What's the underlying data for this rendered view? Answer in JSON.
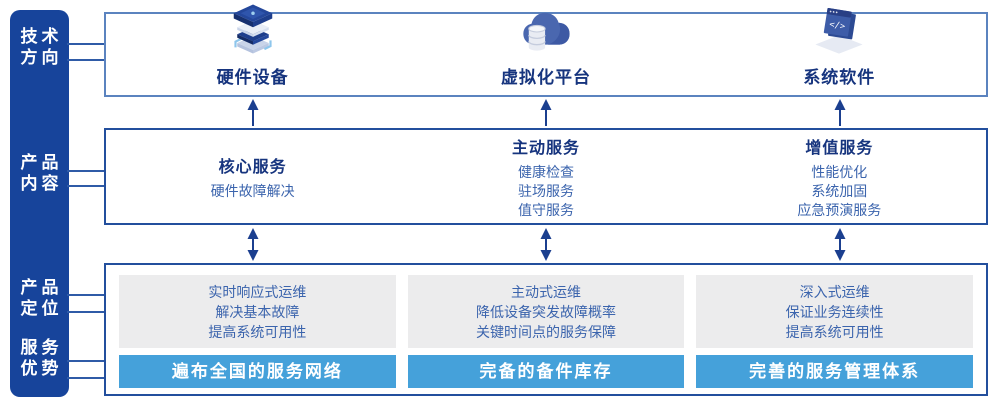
{
  "sidebar": {
    "labels": [
      {
        "name": "tech-direction",
        "lines": [
          "技术",
          "方向"
        ]
      },
      {
        "name": "product-content",
        "lines": [
          "产品",
          "内容"
        ]
      },
      {
        "name": "product-positioning",
        "lines": [
          "产品",
          "定位"
        ]
      },
      {
        "name": "service-advantage",
        "lines": [
          "服务",
          "优势"
        ]
      }
    ]
  },
  "tech_row": {
    "items": [
      {
        "icon": "server-stack-icon",
        "label": "硬件设备"
      },
      {
        "icon": "cloud-database-icon",
        "label": "虚拟化平台"
      },
      {
        "icon": "software-window-icon",
        "label": "系统软件"
      }
    ]
  },
  "content_row": {
    "columns": [
      {
        "title": "核心服务",
        "items": [
          "硬件故障解决"
        ]
      },
      {
        "title": "主动服务",
        "items": [
          "健康检查",
          "驻场服务",
          "值守服务"
        ]
      },
      {
        "title": "增值服务",
        "items": [
          "性能优化",
          "系统加固",
          "应急预演服务"
        ]
      }
    ]
  },
  "bottom_row": {
    "columns": [
      {
        "positioning": [
          "实时响应式运维",
          "解决基本故障",
          "提高系统可用性"
        ],
        "advantage": "遍布全国的服务网络"
      },
      {
        "positioning": [
          "主动式运维",
          "降低设备突发故障概率",
          "关键时间点的服务保障"
        ],
        "advantage": "完备的备件库存"
      },
      {
        "positioning": [
          "深入式运维",
          "保证业务连续性",
          "提高系统可用性"
        ],
        "advantage": "完善的服务管理体系"
      }
    ]
  },
  "colors": {
    "sidebar_blue": "#17449B",
    "box_border_light": "#5B83BF",
    "box_border_dark": "#234F9D",
    "title_navy": "#16347E",
    "body_blue": "#3B64AD",
    "advantage_bar_blue": "#45A1DA",
    "positioning_gray": "#ECECED",
    "arrow_navy": "#1B3F8F"
  }
}
